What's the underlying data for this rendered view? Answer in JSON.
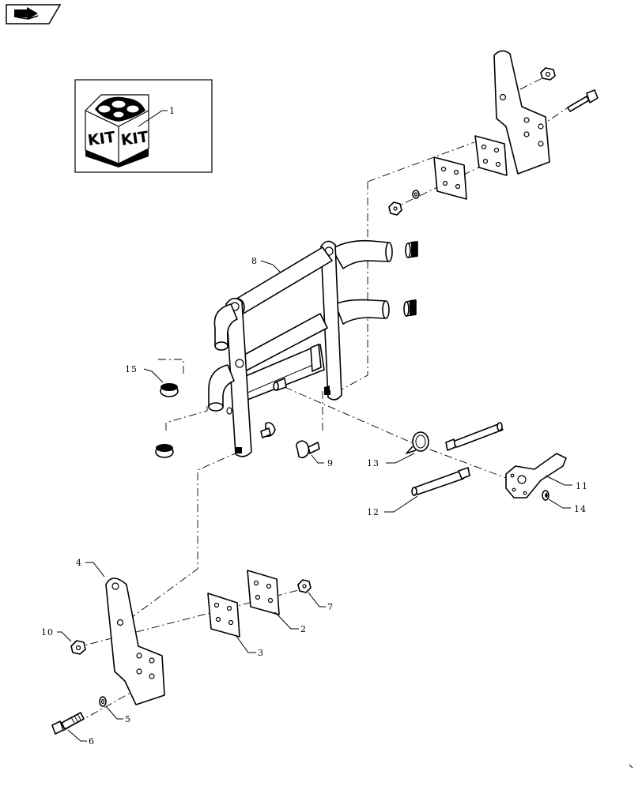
{
  "kit": {
    "label_left": "KIT",
    "label_right": "KIT"
  },
  "callouts": {
    "c1": "1",
    "c2": "2",
    "c3": "3",
    "c4": "4",
    "c5": "5",
    "c6": "6",
    "c7": "7",
    "c8": "8",
    "c9": "9",
    "c10": "10",
    "c11": "11",
    "c12": "12",
    "c13": "13",
    "c14": "14",
    "c15": "15"
  },
  "icons": {
    "nav": "book-arrow-icon",
    "kit": "kit-box-icon"
  }
}
